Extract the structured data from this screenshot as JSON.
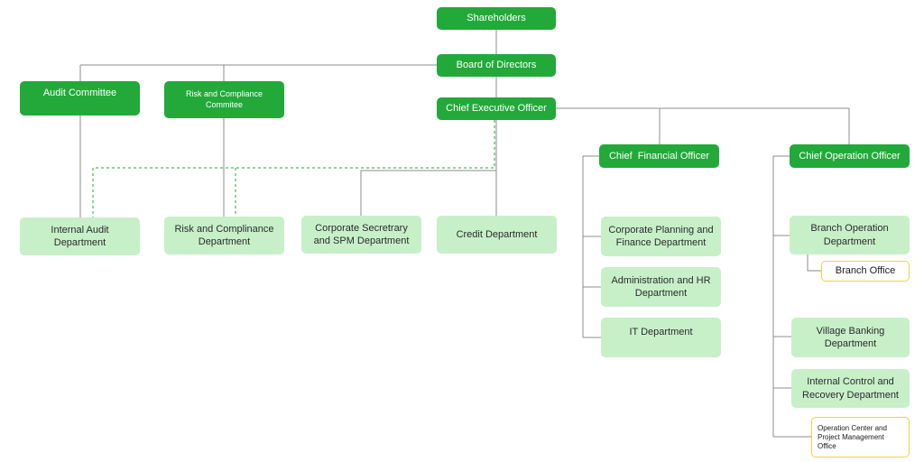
{
  "colors": {
    "primary": "#22a93a",
    "secondary": "#c7f0c9",
    "outline": "#f2d23c",
    "line": "#8c8c8c",
    "dashed": "#22a93a"
  },
  "nodes": {
    "shareholders": "Shareholders",
    "board": "Board of Directors",
    "audit_committee": "Audit Committee",
    "risk_committee": "Risk and Compliance Commitee",
    "ceo": "Chief Executive Officer",
    "cfo": "Chief  Financial Officer",
    "coo": "Chief Operation Officer",
    "internal_audit": "Internal Audit Department",
    "risk_dept": "Risk and Complinance Department",
    "corp_secretary": "Corporate Secretrary and SPM  Department",
    "credit": "Credit Department",
    "corp_planning": "Corporate Planning and Finance Department",
    "admin_hr": "Administration and HR Department",
    "it": "IT Department",
    "branch_operation": "Branch Operation Department",
    "branch_office": "Branch Office",
    "village_banking": "Village Banking Department",
    "internal_control": "Internal Control and Recovery Department",
    "operation_center": "Operation Center and Project Management Office"
  }
}
